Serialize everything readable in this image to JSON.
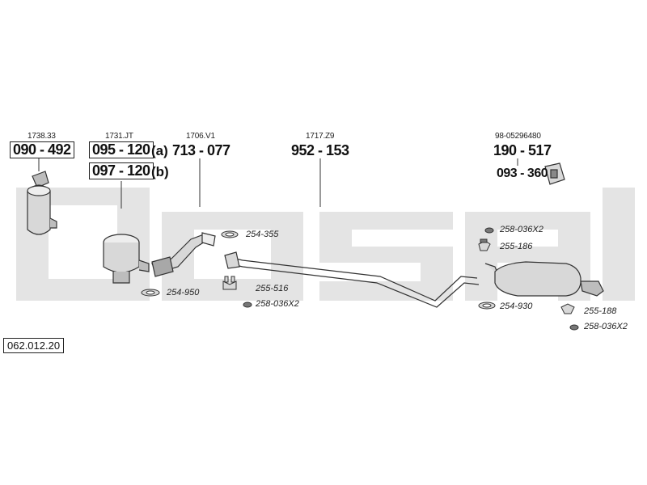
{
  "watermark_color": "#e4e4e4",
  "line_color": "#333333",
  "catalog_number": "062.012.20",
  "parts": {
    "p1": {
      "ref": "1738.33",
      "number": "090 - 492"
    },
    "p2": {
      "ref": "1731.JT",
      "number_a": "095 - 120",
      "suffix_a": "(a)",
      "number_b": "097 - 120",
      "suffix_b": "(b)"
    },
    "p3": {
      "ref": "1706.V1",
      "number": "713 - 077"
    },
    "p4": {
      "ref": "1717.Z9",
      "number": "952 - 153"
    },
    "p5": {
      "ref": "98-05296480",
      "number": "190 - 517",
      "mount_number": "093 - 360"
    }
  },
  "clamps": [
    {
      "id": "c1",
      "label": "254-355"
    },
    {
      "id": "c2",
      "label": "255-516"
    },
    {
      "id": "c3",
      "label": "258-036X2"
    },
    {
      "id": "c4",
      "label": "254-950"
    },
    {
      "id": "c5",
      "label": "258-036X2"
    },
    {
      "id": "c6",
      "label": "255-186"
    },
    {
      "id": "c7",
      "label": "254-930"
    },
    {
      "id": "c8",
      "label": "255-188"
    },
    {
      "id": "c9",
      "label": "258-036X2"
    }
  ]
}
